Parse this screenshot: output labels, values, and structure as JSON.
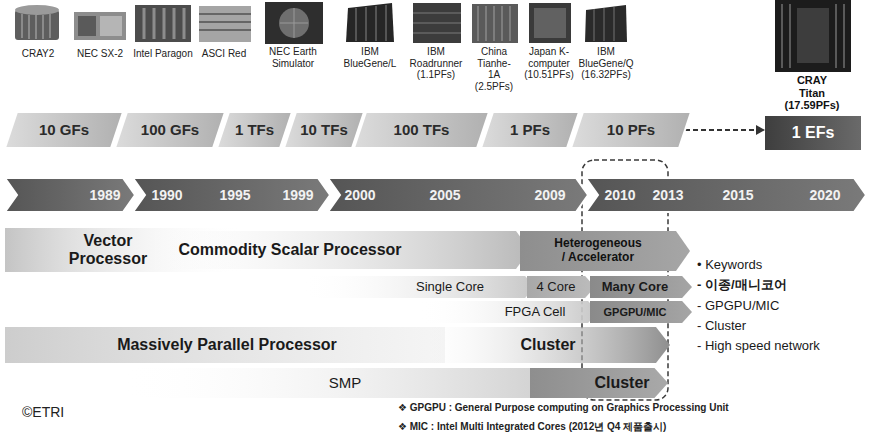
{
  "diagram": {
    "nodes": [
      {
        "text": [
          "10 GFs"
        ]
      },
      {
        "text": [
          "100 GFs"
        ]
      },
      {
        "text": [
          "1 TFs"
        ]
      },
      {
        "text": [
          "10 TFs"
        ]
      },
      {
        "text": [
          "100 TFs"
        ]
      },
      {
        "text": [
          "1 PFs"
        ]
      },
      {
        "text": [
          "10 PFs"
        ]
      },
      {
        "text": [
          "1 EFs"
        ]
      },
      {
        "text": [
          "1989"
        ]
      },
      {
        "text": [
          "1990",
          "1995",
          "1999"
        ]
      },
      {
        "text": [
          "2000",
          "2005",
          "2009"
        ]
      },
      {
        "text": [
          "2010",
          "2013",
          "2015",
          "2020"
        ]
      },
      {
        "text": [
          "Vector Processor"
        ]
      },
      {
        "text": [
          "Commodity Scalar Processor"
        ]
      },
      {
        "text": [
          "Heterogeneous / Accelerator"
        ]
      },
      {
        "text": [
          "Single Core"
        ]
      },
      {
        "text": [
          "4 Core"
        ]
      },
      {
        "text": [
          "Many Core"
        ]
      },
      {
        "text": [
          "FPGA Cell"
        ]
      },
      {
        "text": [
          "GPGPU/MIC"
        ]
      },
      {
        "text": [
          "Massively Parallel Processor"
        ]
      },
      {
        "text": [
          "Cluster"
        ]
      },
      {
        "text": [
          "SMP"
        ]
      },
      {
        "text": [
          "Cluster"
        ]
      }
    ],
    "edges": [
      {
        "from": 6,
        "to": 7,
        "arrow": "to"
      }
    ],
    "labels": [
      "CRAY2",
      "NEC SX-2",
      "Intel Paragon",
      "ASCI Red",
      "NEC Earth Simulator",
      "IBM BlueGene/L",
      "IBM Roadrunner (1.1PFs)",
      "China Tianhe-1A (2.5PFs)",
      "Japan K-computer (10.51PFs)",
      "IBM BlueGene/Q (16.32PFs)",
      "CRAY Titan (17.59PFs)",
      "• Keywords",
      "- 이종/매니코어",
      "- GPGPU/MIC",
      "- Cluster",
      "- High speed network",
      "©ETRI",
      "❖ GPGPU : General Purpose computing on Graphics Processing Unit",
      "❖ MIC : Intel Multi Integrated Cores (2012년 Q4 제품출시)"
    ]
  }
}
